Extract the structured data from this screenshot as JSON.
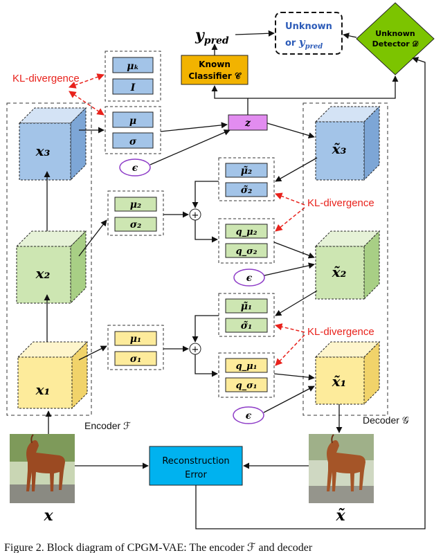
{
  "encoder": {
    "label": "Encoder ℱ",
    "x1": "x₁",
    "x2": "x₂",
    "x3": "x₃",
    "mu1": "μ₁",
    "sigma1": "σ₁",
    "mu2": "μ₂",
    "sigma2": "σ₂",
    "mu": "μ",
    "sigma": "σ",
    "mu_k": "μₖ",
    "identity": "I"
  },
  "decoder": {
    "label": "Decoder 𝒢",
    "x1t": "x̃₁",
    "x2t": "x̃₂",
    "x3t": "x̃₃",
    "mu1t": "μ̃₁",
    "sigma1t": "σ̃₁",
    "mu2t": "μ̃₂",
    "sigma2t": "σ̃₂",
    "qmu1": "q_μ₁",
    "qsigma1": "q_σ₁",
    "qmu2": "q_μ₂",
    "qsigma2": "q_σ₂"
  },
  "latent": "z",
  "epsilon": "ϵ",
  "plus": "+",
  "kl_label": "KL-divergence",
  "classifier": {
    "line1": "Known",
    "line2": "Classifier 𝒞"
  },
  "detector": {
    "line1": "Unknown",
    "line2": "Detector 𝒟"
  },
  "ypred": "y",
  "ypred_sub": "pred",
  "unknown_box": {
    "line1": "Unknown",
    "line2_prefix": "or "
  },
  "recon": {
    "line1": "Reconstruction",
    "line2": "Error"
  },
  "input_label": "x",
  "output_label": "x̃",
  "caption": "Figure 2.   Block diagram of CPGM-VAE: The encoder ℱ and decoder",
  "colors": {
    "yellow": "#fdeb9b",
    "green": "#cde6b2",
    "blue": "#a3c4e8",
    "magenta": "#e28cf0",
    "olive": "#7cc400",
    "amber": "#f2b300",
    "cyan": "#00b2ef",
    "epsilon": "#8d3bc7"
  }
}
